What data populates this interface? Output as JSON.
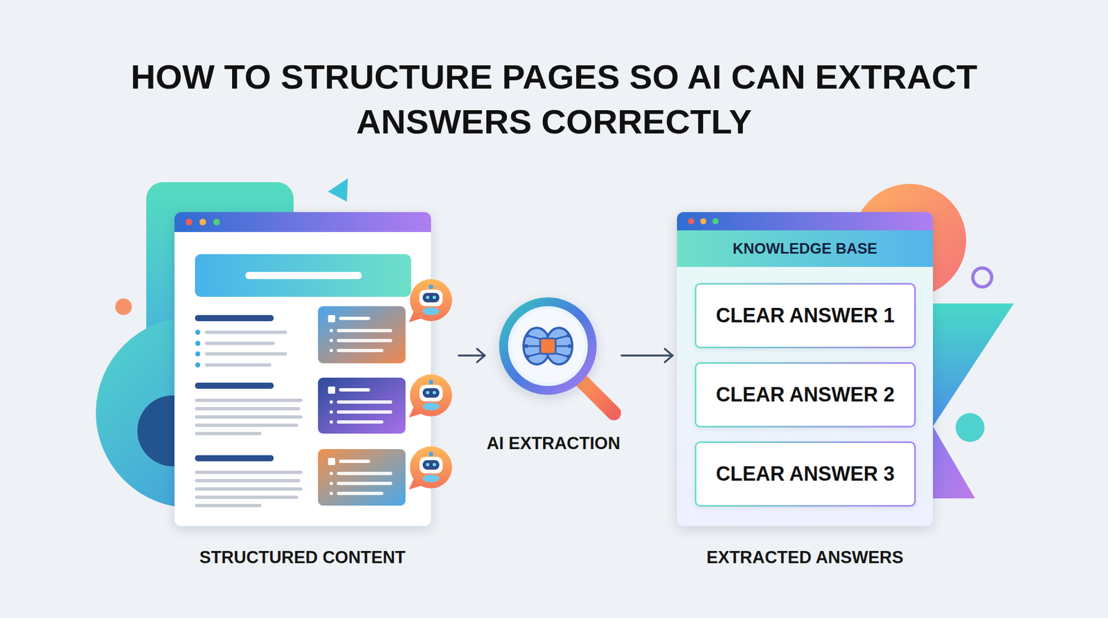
{
  "diagram": {
    "title": "HOW TO STRUCTURE PAGES SO AI CAN EXTRACT ANSWERS CORRECTLY",
    "nodes": [
      {
        "text": [
          "STRUCTURED CONTENT"
        ]
      },
      {
        "text": [
          "AI EXTRACTION"
        ]
      },
      {
        "text": [
          "KNOWLEDGE BASE",
          "EXTRACTED ANSWERS"
        ]
      },
      {
        "text": [
          "CLEAR ANSWER 1"
        ],
        "in": 2
      },
      {
        "text": [
          "CLEAR ANSWER 2"
        ],
        "in": 2
      },
      {
        "text": [
          "CLEAR ANSWER 3"
        ],
        "in": 2
      }
    ],
    "edges": [
      {
        "from": 0,
        "to": 1,
        "arrow": "to"
      },
      {
        "from": 1,
        "to": 2,
        "arrow": "to"
      }
    ]
  }
}
